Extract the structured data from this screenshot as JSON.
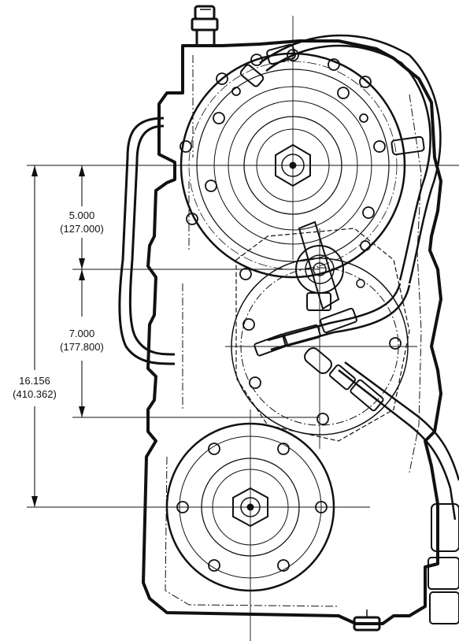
{
  "dimensions": [
    {
      "value": "5.000",
      "metric": "(127.000)"
    },
    {
      "value": "7.000",
      "metric": "(177.800)"
    },
    {
      "value": "16.156",
      "metric": "(410.362)"
    }
  ],
  "colors": {
    "ink": "#111111",
    "paper": "#ffffff"
  }
}
